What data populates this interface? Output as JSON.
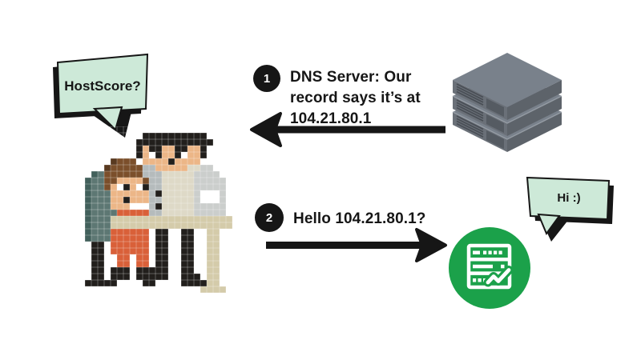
{
  "scene": {
    "background": "#ffffff",
    "kind": "dns-resolution-flow-diagram"
  },
  "bubbles": {
    "query": {
      "text": "HostScore?"
    },
    "reply": {
      "text": "Hi :)"
    }
  },
  "steps": {
    "dns_response": {
      "badge": "1",
      "lines": [
        "DNS Server: Our",
        "record says it’s at",
        "104.21.80.1"
      ],
      "direction": "left"
    },
    "hello_request": {
      "badge": "2",
      "lines": [
        "Hello 104.21.80.1?"
      ],
      "direction": "right"
    }
  },
  "icons": {
    "dns_server": "isometric-server-stack",
    "hostscore_service": "green-circle-server-list-with-pulse",
    "arrow_left": "solid-black-arrow-left",
    "arrow_right": "solid-black-arrow-right"
  },
  "colors": {
    "ink": "#161616",
    "bubble_green": "#cde9d8",
    "accent_green": "#1ba14a",
    "server_top": "#79818b",
    "server_left": "#6a7078",
    "server_right": "#5d636a"
  },
  "pixel_art": {
    "description": "two people at a computer desk",
    "cell": 8,
    "palette": {
      "K": "#221f1c",
      "S": "#ecb687",
      "W": "#ffffff",
      "H": "#7b4f2b",
      "h": "#593a20",
      "G": "#b5bbbc",
      "g": "#cbcecc",
      "L": "#ded9c7",
      "T": "#5d7773",
      "t": "#42605b",
      "O": "#d96039",
      "D": "#d4cbaa"
    },
    "grid": [
      "..........................",
      "..........KKKKKKKKKK......",
      ".........KKKKKKKKKKKK.....",
      ".........KSKKSSKKSSK......",
      ".........KSWKSSKWSSK......",
      ".....hHHH.SSSSKSSSS.......",
      "....hHHHHHGGSSSSSLLgg.....",
      "..tTHHHHHHGGGLLLLLgggg....",
      ".tTTHHSSSSHGGLLLLLggggg...",
      ".tTTHSWKSWKGGLLLLLggggg...",
      ".tTTTSSSSSSGKLLLLLgWWWg...",
      ".tTTTSSKSSSGGLLLLLgWWWg...",
      ".tTTTSSSWWWGKLLLLLggggg...",
      ".tTTTTOOOOOGGLLLLLggggg...",
      ".tTTTDDDDDDDDDDDDDDDDDDD..",
      ".tTTTDDDDDDDDDDDDDDDDDDD..",
      ".tTTTOOOOOO.KK..KK..DD....",
      ".tTTTOOOOOO.KK..KK..DD....",
      "..KK.OOOOOO.KK..KK..DD....",
      "..KK.OOOOOO.KK..KK..DD....",
      "..KK..OO.OO.KK..KK..DD....",
      "..KK..OO.OO.KK..KK..DD....",
      "..KK.KKK.KKKKK..KK..DD....",
      "..KK.KKK.KKKKK..KKK.DD....",
      ".KKKKK....KK....KKKKDD....",
      "...................DDDD..."
    ]
  }
}
